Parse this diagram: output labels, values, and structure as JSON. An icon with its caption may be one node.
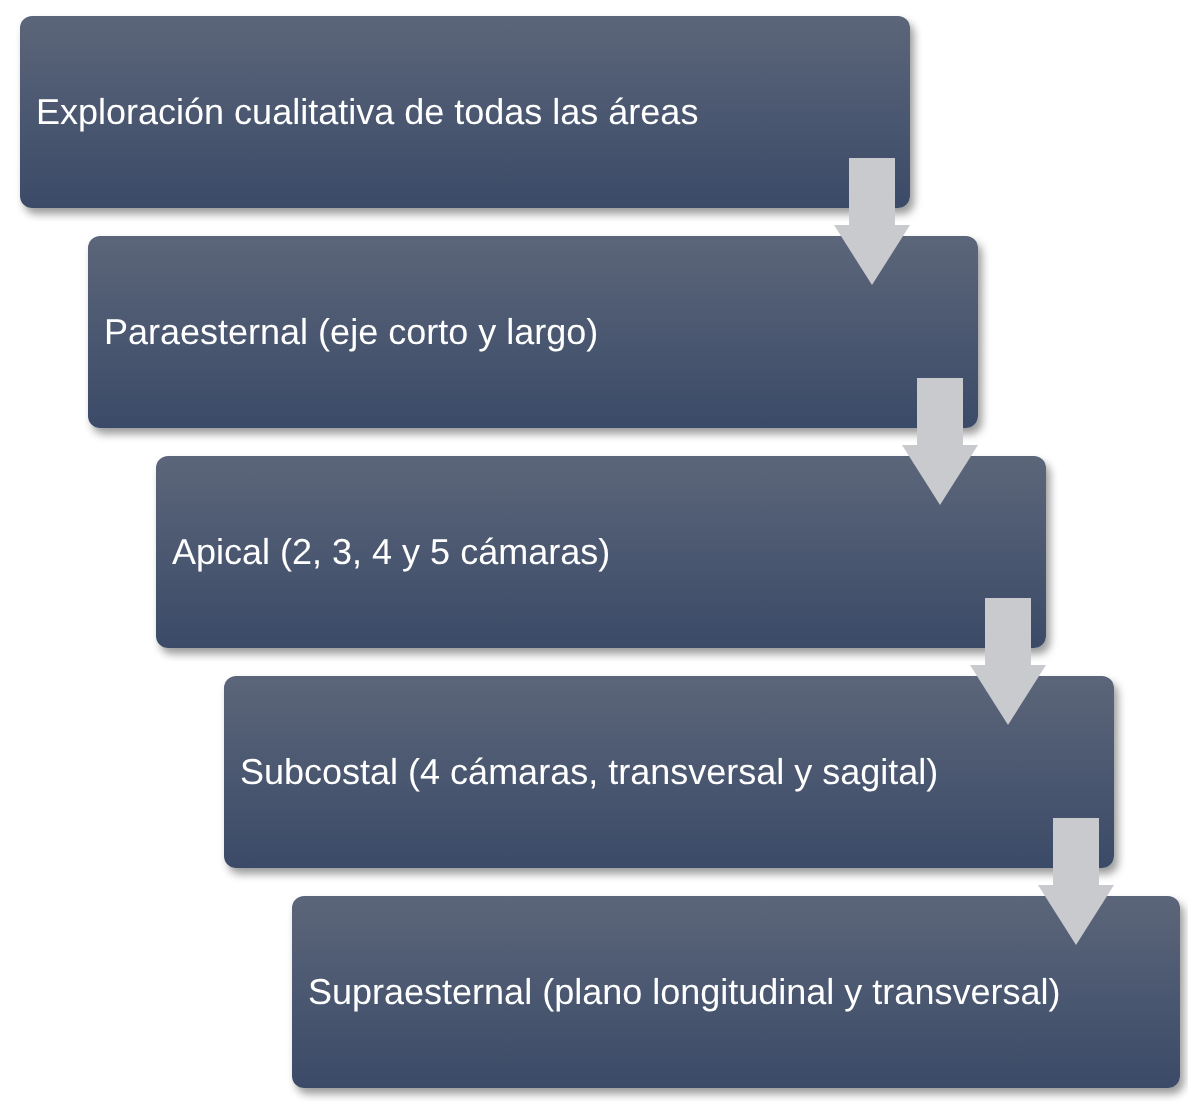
{
  "diagram": {
    "nodes": [
      {
        "text": [
          "Exploración cualitativa de todas las áreas"
        ]
      },
      {
        "text": [
          "Paraesternal (eje corto y largo)"
        ]
      },
      {
        "text": [
          "Apical (2, 3, 4 y 5 cámaras)"
        ]
      },
      {
        "text": [
          "Subcostal (4 cámaras, transversal y sagital)"
        ]
      },
      {
        "text": [
          "Supraesternal (plano longitudinal y transversal)"
        ]
      }
    ],
    "edges": [
      {
        "from": 0,
        "to": 1,
        "arrow": "to"
      },
      {
        "from": 1,
        "to": 2,
        "arrow": "to"
      },
      {
        "from": 2,
        "to": 3,
        "arrow": "to"
      },
      {
        "from": 3,
        "to": 4,
        "arrow": "to"
      }
    ]
  }
}
